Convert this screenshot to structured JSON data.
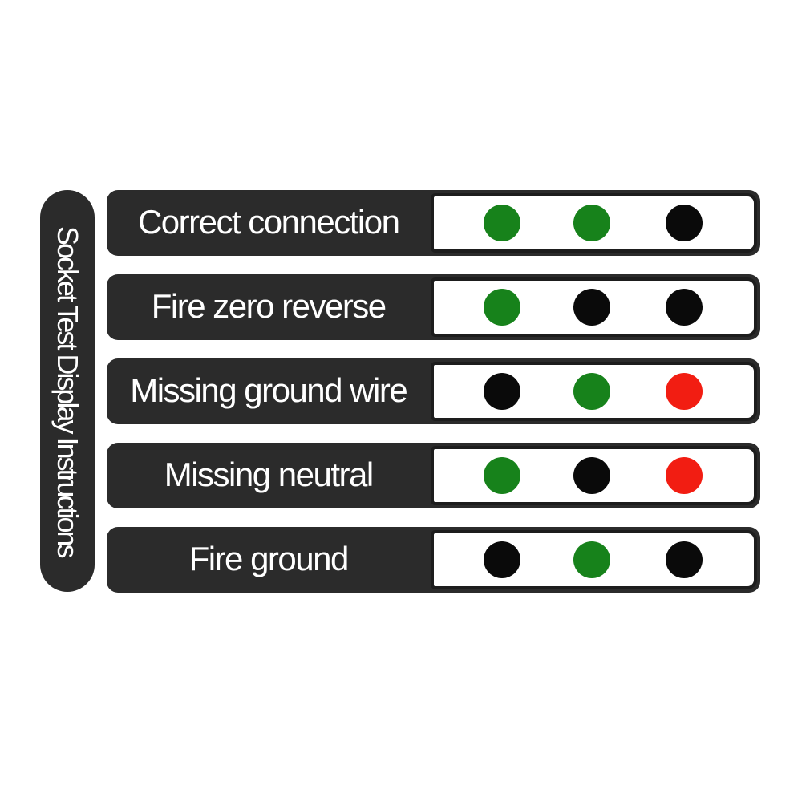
{
  "banner": {
    "text": "Socket Test Display Instructions"
  },
  "colors": {
    "dark": "#2b2b2b",
    "panel_border": "#1d1d1d",
    "white": "#ffffff",
    "green": "#17821b",
    "red": "#f21d12",
    "black": "#0a0a0a"
  },
  "rows": [
    {
      "label": "Correct connection",
      "lights": [
        "green",
        "green",
        "black"
      ]
    },
    {
      "label": "Fire zero reverse",
      "lights": [
        "green",
        "black",
        "black"
      ]
    },
    {
      "label": "Missing ground wire",
      "lights": [
        "black",
        "green",
        "red"
      ]
    },
    {
      "label": "Missing neutral",
      "lights": [
        "green",
        "black",
        "red"
      ]
    },
    {
      "label": "Fire ground",
      "lights": [
        "black",
        "green",
        "black"
      ]
    }
  ]
}
